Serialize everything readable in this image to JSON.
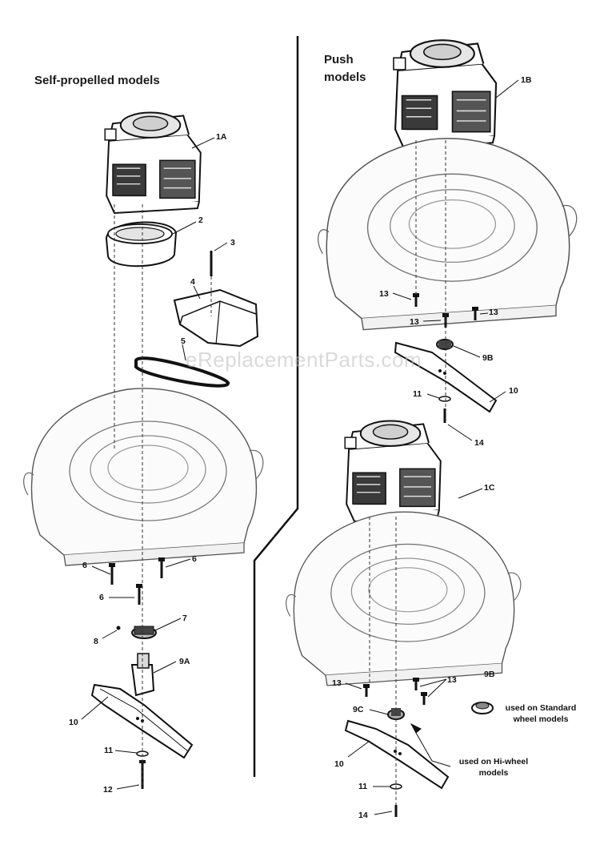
{
  "sections": {
    "self_propelled": {
      "title": "Self-propelled models"
    },
    "push": {
      "title_line1": "Push",
      "title_line2": "models"
    }
  },
  "callouts": {
    "left": {
      "p1A": "1A",
      "p2": "2",
      "p3": "3",
      "p4": "4",
      "p5": "5",
      "p6a": "6",
      "p6b": "6",
      "p6c": "6",
      "p7": "7",
      "p8": "8",
      "p9A": "9A",
      "p10": "10",
      "p11": "11",
      "p12": "12"
    },
    "right": {
      "p1B": "1B",
      "p13a": "13",
      "p13b": "13",
      "p13c": "13",
      "p9B": "9B",
      "p10a": "10",
      "p11a": "11",
      "p14a": "14",
      "p1C": "1C",
      "p13d": "13",
      "p13e": "13",
      "p9Bb": "9B",
      "p9C": "9C",
      "p10b": "10",
      "p11b": "11",
      "p14b": "14"
    }
  },
  "notes": {
    "standard": {
      "line1": "used on Standard",
      "line2": "wheel models"
    },
    "hiwheel": {
      "line1": "used on Hi-wheel",
      "line2": "models"
    }
  },
  "watermark": "eReplacementParts.com"
}
